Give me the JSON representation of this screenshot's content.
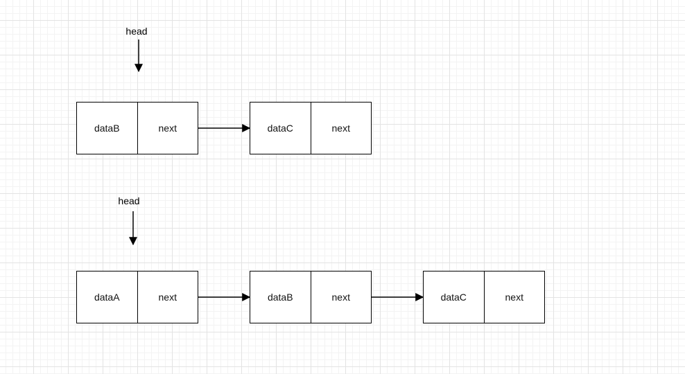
{
  "diagram": {
    "top_list": {
      "head_label": "head",
      "nodes": [
        {
          "data": "dataB",
          "next": "next"
        },
        {
          "data": "dataC",
          "next": "next"
        }
      ]
    },
    "bottom_list": {
      "head_label": "head",
      "nodes": [
        {
          "data": "dataA",
          "next": "next"
        },
        {
          "data": "dataB",
          "next": "next"
        },
        {
          "data": "dataC",
          "next": "next"
        }
      ]
    }
  }
}
